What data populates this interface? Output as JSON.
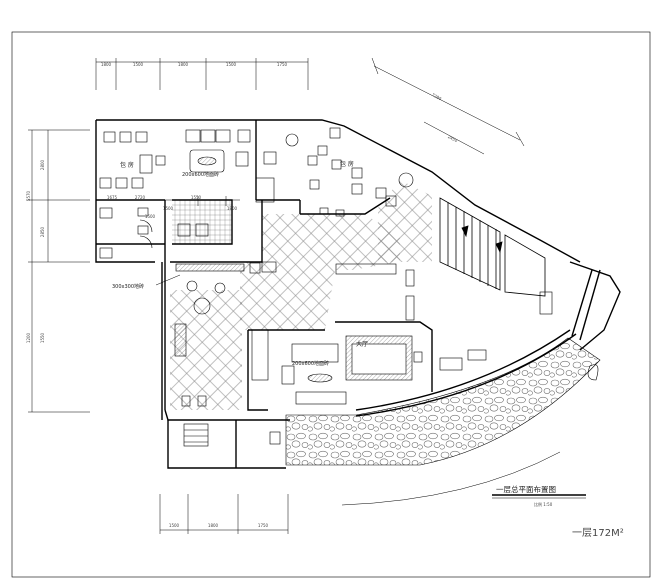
{
  "drawing": {
    "title": "一层总平面布置图",
    "scale": "比例  1:50",
    "area": "一层172M²",
    "room_labels": {
      "left": "包 房",
      "right": "包 房",
      "lower": "大厅"
    },
    "tile_notes": {
      "upper": "200x600地面砖",
      "lower": "200x600地面砖",
      "left": "300x300地砖"
    },
    "dims_top": [
      "1800",
      "1500",
      "1800",
      "1500",
      "1750"
    ],
    "dims_bottom": [
      "1500",
      "1800",
      "1750"
    ],
    "dims_left": [
      "2800",
      "5570",
      "2850",
      "1200",
      "1550"
    ],
    "dims_small": [
      "2720",
      "1550",
      "1800",
      "1675",
      "1500",
      "1500"
    ],
    "dims_diagonal": [
      "7380",
      "2450"
    ]
  },
  "colors": {
    "line": "#000000",
    "tile": "#8a8a8a",
    "stone": "#6d6d6d"
  }
}
